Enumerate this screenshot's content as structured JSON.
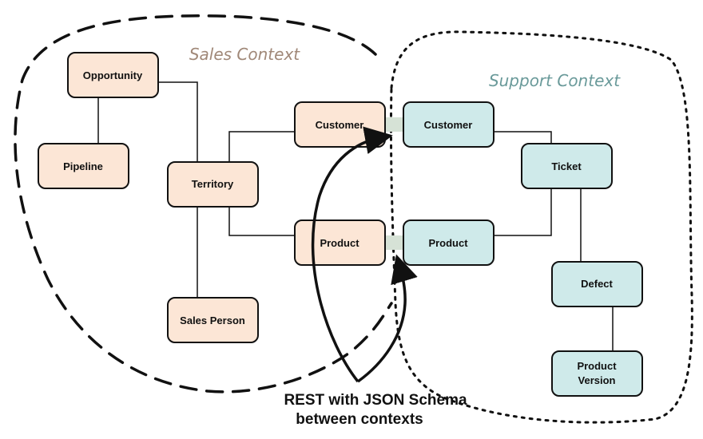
{
  "contexts": {
    "sales": {
      "label": "Sales Context",
      "color": "#a08878"
    },
    "support": {
      "label": "Support Context",
      "color": "#6a9a9a"
    }
  },
  "colors": {
    "sales_fill": "#fce6d6",
    "support_fill": "#cfeaea",
    "connector_fill": "#d6e2d6",
    "stroke": "#111111"
  },
  "nodes": {
    "opportunity": {
      "label": "Opportunity",
      "context": "sales"
    },
    "pipeline": {
      "label": "Pipeline",
      "context": "sales"
    },
    "territory": {
      "label": "Territory",
      "context": "sales"
    },
    "sales_person": {
      "label": "Sales Person",
      "context": "sales"
    },
    "sales_customer": {
      "label": "Customer",
      "context": "sales"
    },
    "sales_product": {
      "label": "Product",
      "context": "sales"
    },
    "support_customer": {
      "label": "Customer",
      "context": "support"
    },
    "support_product": {
      "label": "Product",
      "context": "support"
    },
    "ticket": {
      "label": "Ticket",
      "context": "support"
    },
    "defect": {
      "label": "Defect",
      "context": "support"
    },
    "product_version": {
      "label_line1": "Product",
      "label_line2": "Version",
      "context": "support"
    }
  },
  "caption": {
    "line1": "REST with JSON Schema",
    "line2": "between contexts"
  }
}
